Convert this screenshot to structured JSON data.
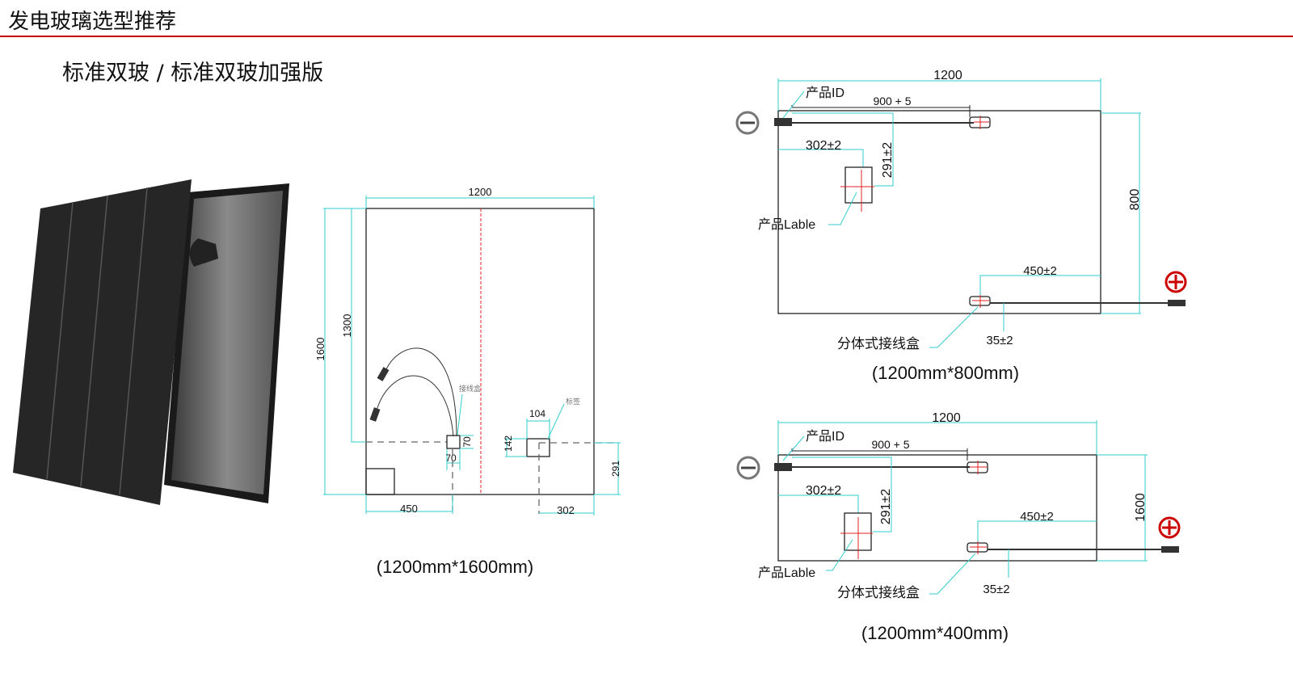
{
  "header": {
    "title": "发电玻璃选型推荐",
    "subtitle": "标准双玻 / 标准双玻加强版"
  },
  "colors": {
    "accent": "#c00000",
    "dimension": "#33cccc"
  },
  "drawing_1600": {
    "width": "1200",
    "height": "1600",
    "height_1300": "1300",
    "jbox_w": "70",
    "jbox_h": "70",
    "left_450": "450",
    "label_w": "104",
    "label_h": "142",
    "bottom_291": "291",
    "right_302": "302",
    "jbox_label": "接线盒",
    "tag_label": "标签",
    "caption": "(1200mm*1600mm)"
  },
  "drawing_800": {
    "width": "1200",
    "cable": "900 + 5",
    "label_x": "302±2",
    "label_y": "291±2",
    "height": "800",
    "jbox_x": "450±2",
    "jbox_y": "35±2",
    "product_id": "产品ID",
    "product_label": "产品Lable",
    "split_jbox": "分体式接线盒",
    "caption": "(1200mm*800mm)"
  },
  "drawing_400": {
    "width": "1200",
    "cable": "900 + 5",
    "label_x": "302±2",
    "label_y": "291±2",
    "height": "1600",
    "jbox_x": "450±2",
    "jbox_y": "35±2",
    "product_id": "产品ID",
    "product_label": "产品Lable",
    "split_jbox": "分体式接线盒",
    "caption": "(1200mm*400mm)"
  }
}
